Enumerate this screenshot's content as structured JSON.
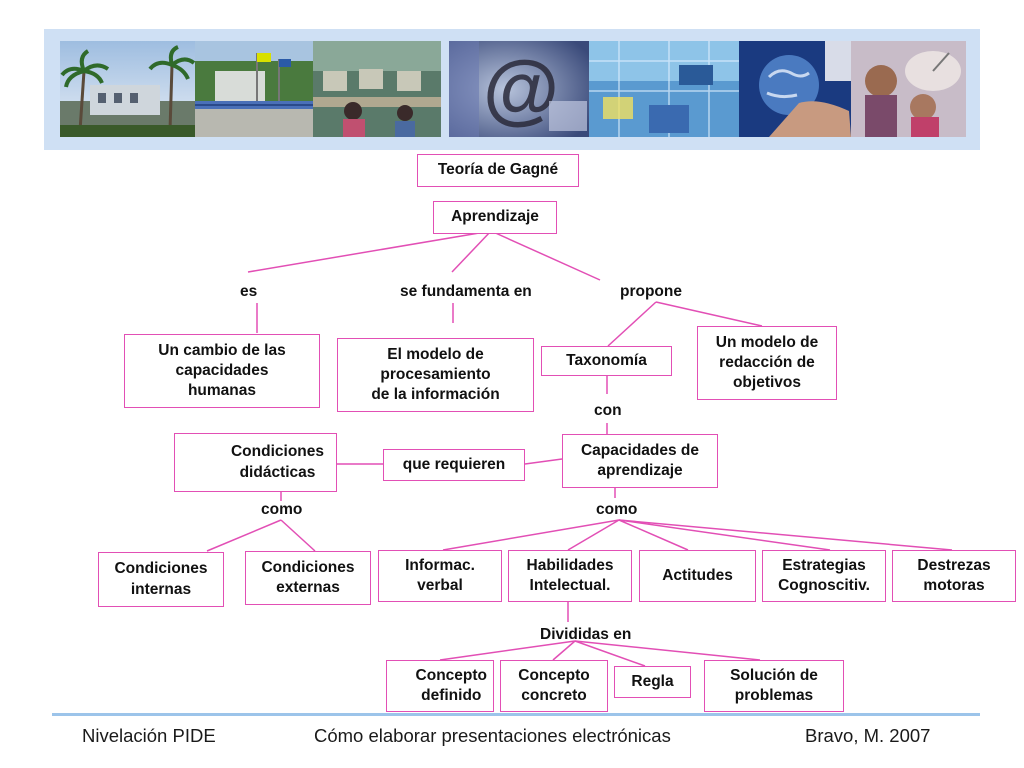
{
  "banner": {
    "photos": [
      {
        "subject": "palm-trees-building",
        "colors": [
          "#6f9ac4",
          "#2f5a2a",
          "#c8d8e8"
        ]
      },
      {
        "subject": "campus-fence-flags",
        "colors": [
          "#7fa0c8",
          "#3e6b3a",
          "#2a5aa8"
        ]
      },
      {
        "subject": "computer-lab-students",
        "colors": [
          "#4a6a5a",
          "#c8c0a0",
          "#2a3a4a"
        ]
      },
      {
        "subject": "at-sign-keyboard",
        "colors": [
          "#3a5a8a",
          "#8a8aa8",
          "#d0d8e8"
        ]
      },
      {
        "subject": "circuit-network",
        "colors": [
          "#3a80b8",
          "#6ab0d8",
          "#e0f0f8"
        ]
      },
      {
        "subject": "hand-holding-globe",
        "colors": [
          "#1a3a7a",
          "#a08070",
          "#d8d8e8"
        ]
      },
      {
        "subject": "satellite-dish-people",
        "colors": [
          "#8a6a5a",
          "#c0b0a0",
          "#5a4a7a"
        ]
      }
    ]
  },
  "diagram": {
    "teoria": "Teoría de Gagné",
    "aprendizaje": "Aprendizaje",
    "es": "es",
    "se_fundamenta_en": "se fundamenta en",
    "propone": "propone",
    "cambio": "Un cambio de las\ncapacidades\nhumanas",
    "modelo_proc": "El modelo de\nprocesamiento\nde la información",
    "taxonomia": "Taxonomía",
    "modelo_red": "Un modelo de\nredacción de\nobjetivos",
    "con": "con",
    "cond_didacticas": "Condiciones\ndidácticas",
    "que_requieren": "que requieren",
    "capacidades": "Capacidades de\naprendizaje",
    "como_left": "como",
    "como_right": "como",
    "cond_internas": "Condiciones\ninternas",
    "cond_externas": "Condiciones\nexternas",
    "info_verbal": "Informac.\nverbal",
    "habilidades": "Habilidades\nIntelectual.",
    "actitudes": "Actitudes",
    "estrategias": "Estrategias\nCognoscitiv.",
    "destrezas": "Destrezas\nmotoras",
    "divididas_en": "Divididas en",
    "concepto_definido": "Concepto\ndefinido",
    "concepto_concreto": "Concepto\nconcreto",
    "regla": "Regla",
    "solucion": "Solución de\nproblemas"
  },
  "footer": {
    "left": "Nivelación PIDE",
    "center": "Cómo elaborar presentaciones electrónicas",
    "right": "Bravo, M. 2007"
  },
  "colors": {
    "border": "#e24fb5",
    "banner_bg": "#cfe0f4",
    "rule": "#9cc4ea"
  }
}
